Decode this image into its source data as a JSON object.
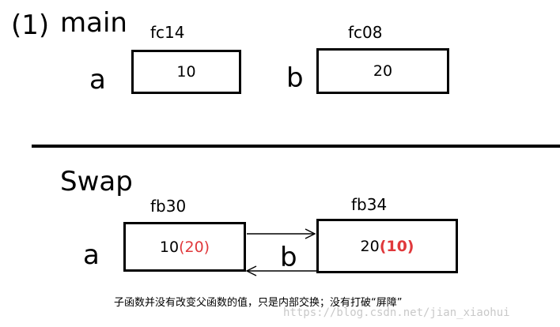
{
  "main": {
    "step": "(1)",
    "title": "main",
    "a": {
      "label": "a",
      "address": "fc14",
      "value": "10"
    },
    "b": {
      "label": "b",
      "address": "fc08",
      "value": "20"
    }
  },
  "swap": {
    "title": "Swap",
    "a": {
      "label": "a",
      "address": "fb30",
      "value": "10",
      "new_value": "(20)"
    },
    "b": {
      "label": "b",
      "address": "fb34",
      "value": "20",
      "new_value": "(10)"
    }
  },
  "caption": "子函数并没有改变父函数的值，只是内部交换；没有打破“屏障”",
  "watermark": "https://blog.csdn.net/jian_xiaohui",
  "colors": {
    "highlight": "#e0383b",
    "line": "#000000",
    "background": "#ffffff"
  }
}
